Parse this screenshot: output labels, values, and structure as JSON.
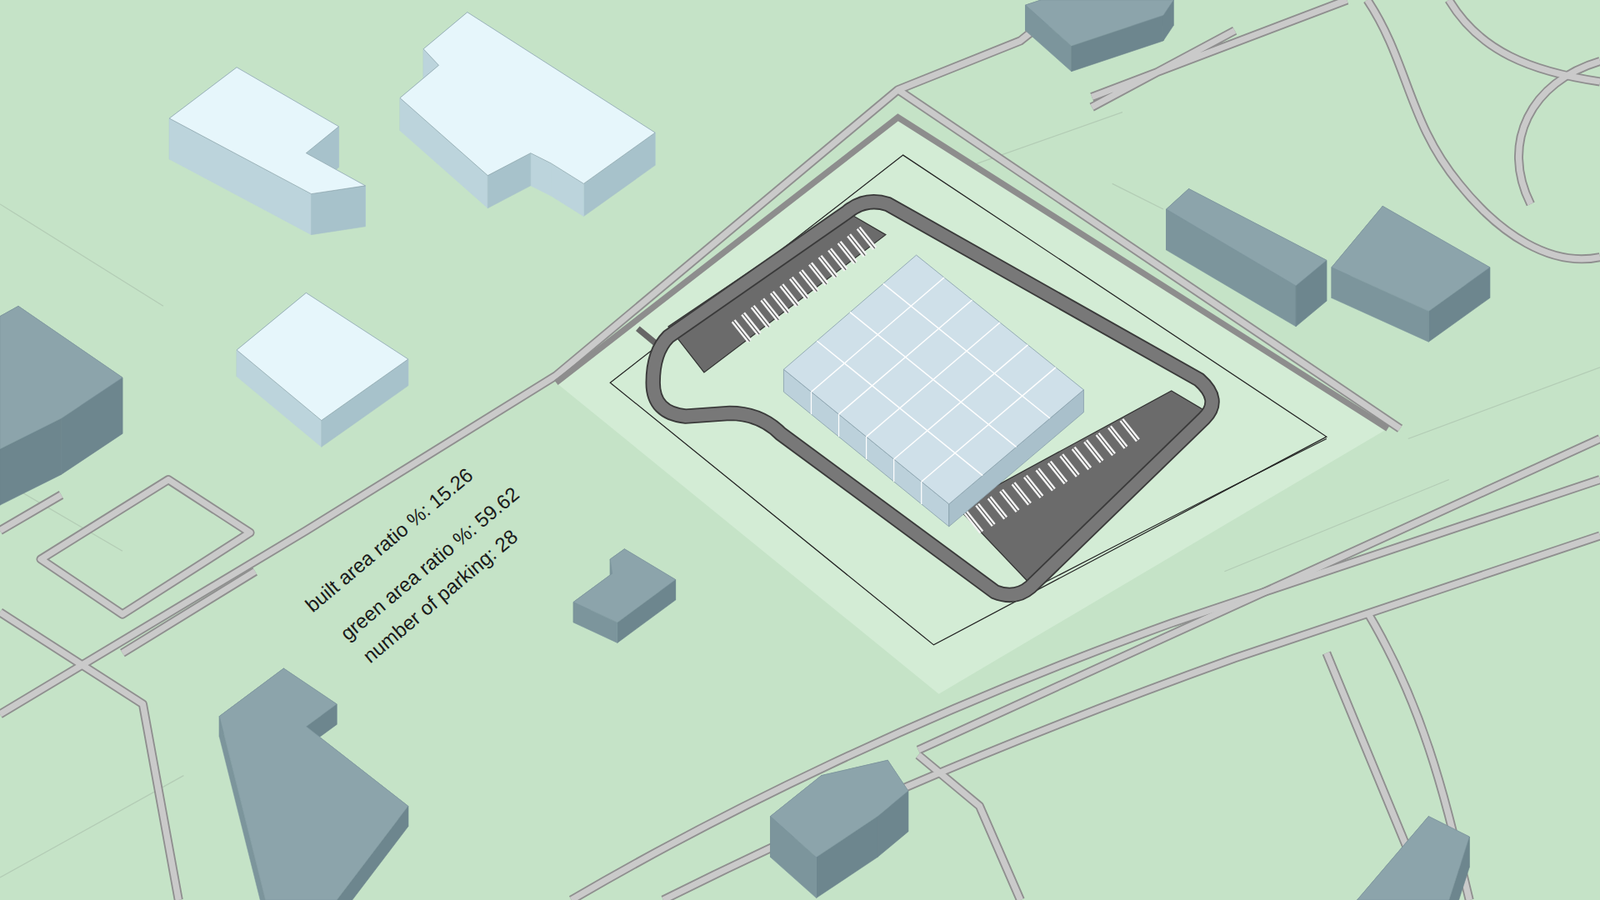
{
  "diagram": {
    "labels": [
      "built area ratio %: 15.26",
      "green area ratio %: 59.62",
      "number of parking: 28"
    ]
  }
}
